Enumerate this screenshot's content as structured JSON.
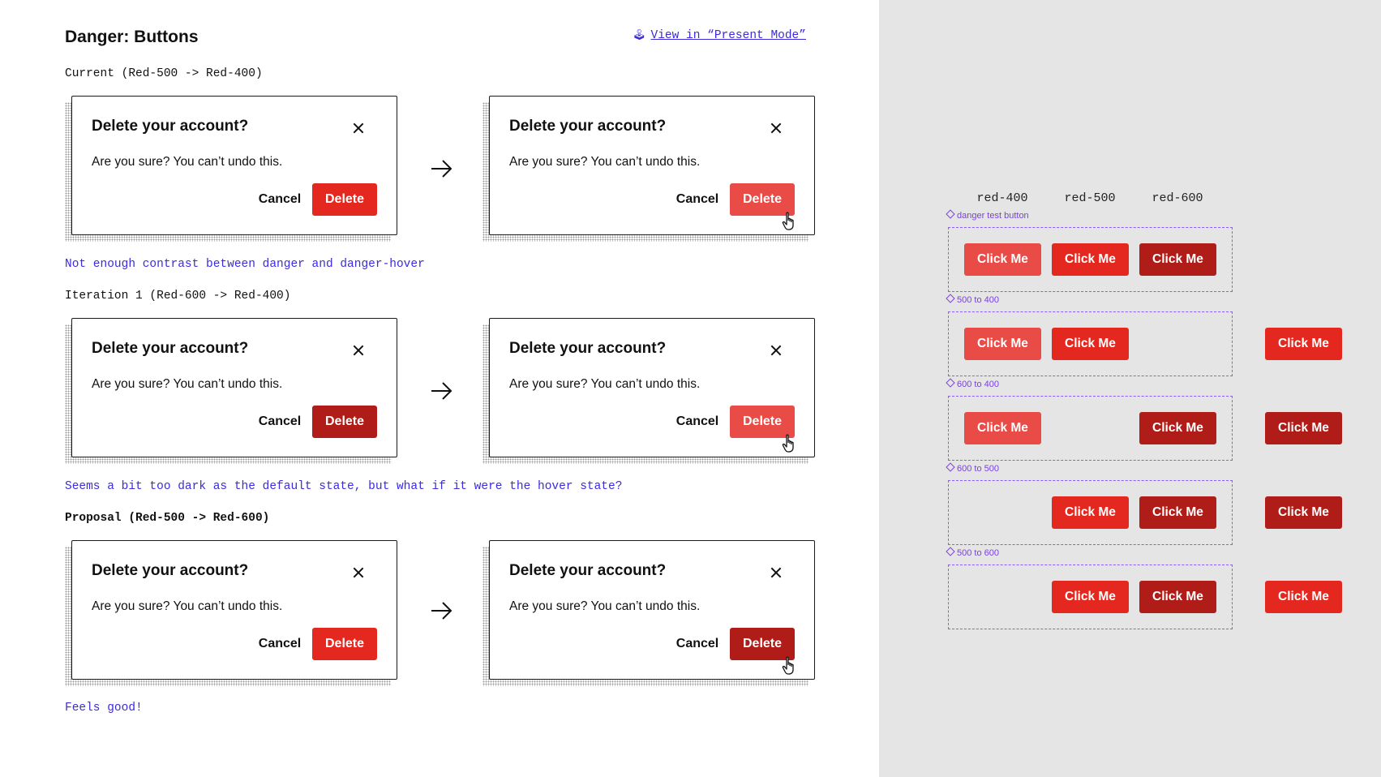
{
  "page": {
    "title": "Danger: Buttons",
    "present_link": "View in “Present Mode”",
    "present_icon": "joystick-icon"
  },
  "dialog": {
    "title": "Delete your account?",
    "body": "Are you sure? You can’t undo this.",
    "cancel_label": "Cancel",
    "delete_label": "Delete"
  },
  "sections": [
    {
      "heading": "Current (Red-500 -> Red-400)",
      "note": "Not enough contrast between danger and danger-hover",
      "default_color": "#e5281f",
      "hover_color": "#e94b46"
    },
    {
      "heading": "Iteration 1 (Red-600 -> Red-400)",
      "note": "Seems a bit too dark as the default state, but what if it were the hover state?",
      "default_color": "#b01c17",
      "hover_color": "#e94b46"
    },
    {
      "heading": "Proposal (Red-500 -> Red-600)",
      "note": "Feels good!",
      "default_color": "#e5281f",
      "hover_color": "#b01c17"
    }
  ],
  "swatches": {
    "columns": [
      "red-400",
      "red-500",
      "red-600"
    ],
    "button_label": "Click Me",
    "colors": {
      "red_400": "#e94b46",
      "red_500": "#e5281f",
      "red_600": "#b01c17"
    },
    "frames": [
      {
        "label": "danger test button"
      },
      {
        "label": "500 to 400"
      },
      {
        "label": "600 to 400"
      },
      {
        "label": "600 to 500"
      },
      {
        "label": "500 to 600"
      }
    ]
  },
  "colors": {
    "accent_link": "#3b2bdc",
    "frame_purple": "#8b5cf6",
    "right_bg": "#e5e5e5"
  }
}
